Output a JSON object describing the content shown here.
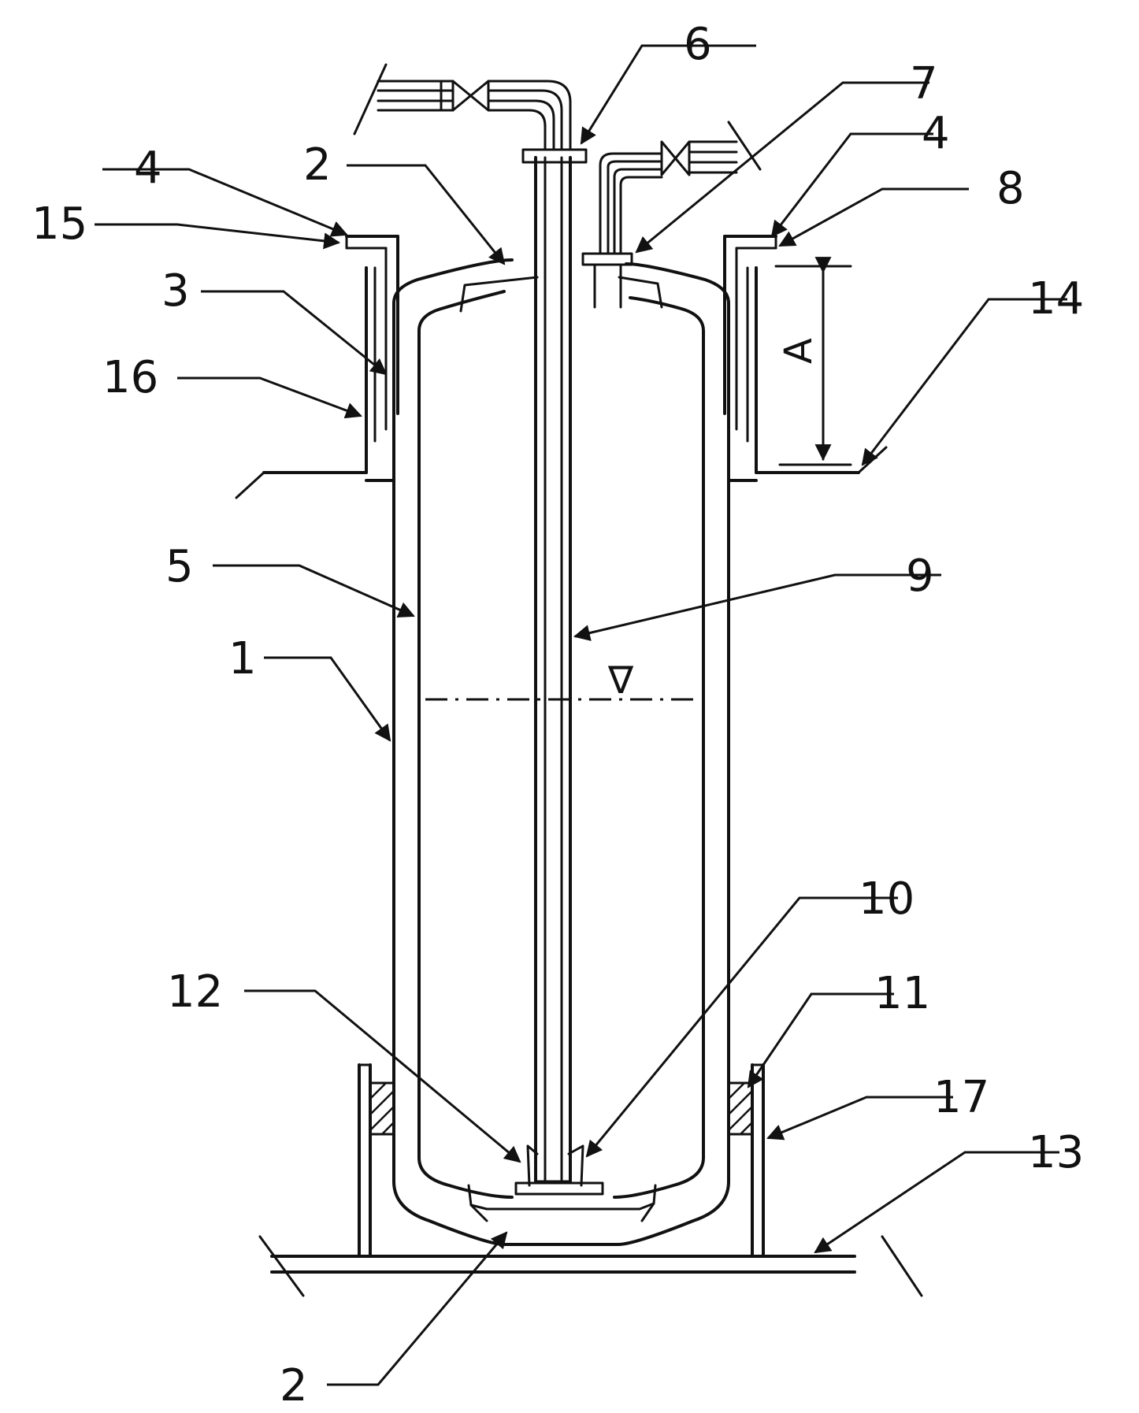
{
  "figure": {
    "reference_numerals": [
      "1",
      "2",
      "3",
      "4",
      "5",
      "6",
      "7",
      "8",
      "9",
      "10",
      "11",
      "12",
      "13",
      "14",
      "15",
      "16",
      "17"
    ],
    "dimension_label": "A",
    "level_symbol": "∇"
  }
}
